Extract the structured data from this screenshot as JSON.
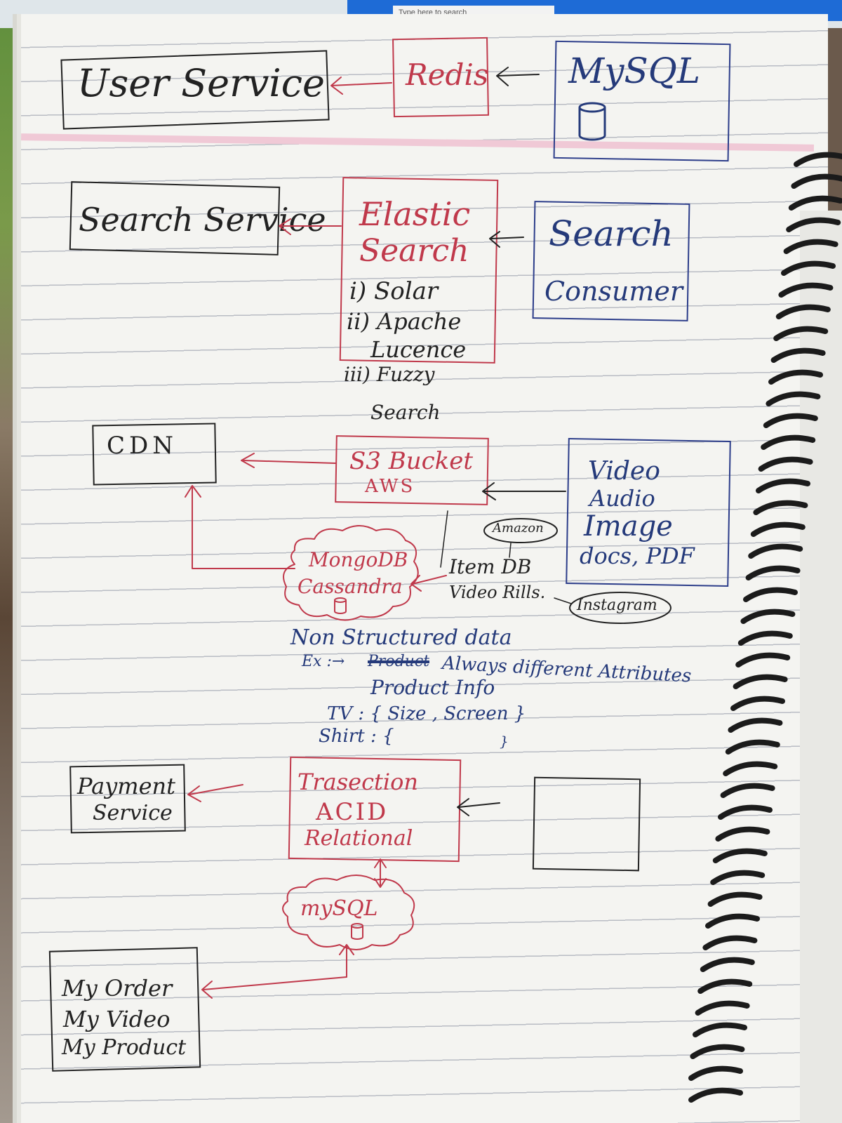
{
  "taskbar": {
    "search_placeholder": "Type here to search"
  },
  "user_service": {
    "label": "User Service"
  },
  "redis": {
    "label": "Redis"
  },
  "mysql_top": {
    "label": "MySQL",
    "icon": "database-icon"
  },
  "search_service": {
    "label": "Search Service"
  },
  "elastic_search": {
    "title_line1": "Elastic",
    "title_line2": "Search",
    "item1": "i) Solar",
    "item2": "ii) Apache",
    "item2b": "Lucence",
    "item3": "iii) Fuzzy",
    "item3b": "Search"
  },
  "search_consumer": {
    "line1": "Search",
    "line2": "Consumer"
  },
  "cdn": {
    "label": "CDN"
  },
  "s3": {
    "line1": "S3 Bucket",
    "line2": "AWS"
  },
  "media": {
    "line1": "Video",
    "line2": "Audio",
    "line3": "Image",
    "line4": "docs, PDF"
  },
  "amazon": {
    "label": "Amazon"
  },
  "instagram": {
    "label": "Instagram"
  },
  "item_db": {
    "label": "Item DB"
  },
  "video_reels": {
    "label": "Video Rills."
  },
  "mongo_cloud": {
    "line1": "MongoDB",
    "line2": "Cassandra",
    "icon": "database-icon"
  },
  "notes": {
    "line1": "Non Structured data",
    "line2_prefix": "Ex :→",
    "line2_strike": "Product",
    "line2": "Always different Attributes",
    "line3": "Product Info",
    "line4": "TV : { Size , Screen }",
    "line5_a": "Shirt : {",
    "line5_b": "}"
  },
  "payment_service": {
    "line1": "Payment",
    "line2": "Service"
  },
  "transaction": {
    "line1": "Trasection",
    "line2": "ACID",
    "line3": "Relational"
  },
  "mysql_cloud": {
    "label": "mySQL",
    "icon": "database-icon"
  },
  "my_box": {
    "line1": "My Order",
    "line2": "My Video",
    "line3": "My Product"
  },
  "colors": {
    "ink_black": "#222222",
    "ink_red": "#c0394b",
    "ink_blue": "#253a7a",
    "paper": "#f4f4f1"
  }
}
